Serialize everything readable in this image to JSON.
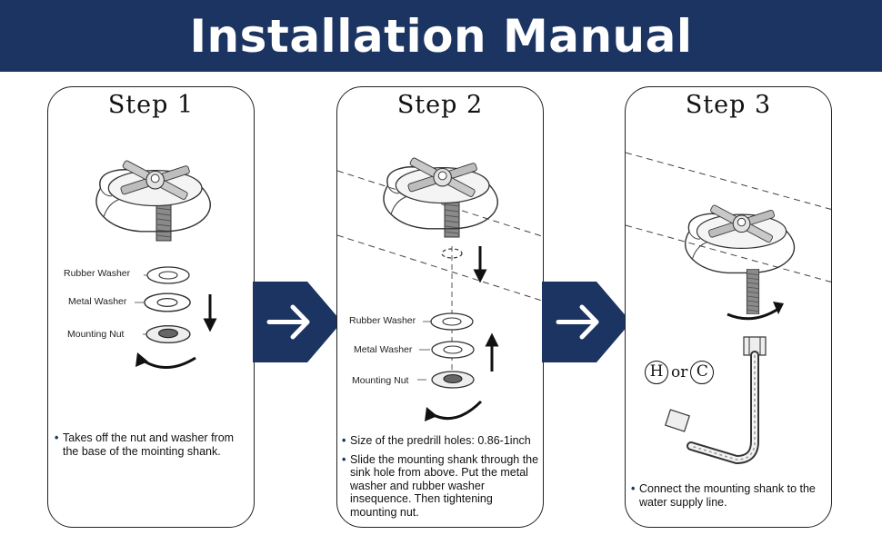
{
  "header": {
    "title": "Installation Manual"
  },
  "steps": [
    {
      "title": "Step 1",
      "labels": {
        "rubber_washer": "Rubber Washer",
        "metal_washer": "Metal Washer",
        "mounting_nut": "Mounting Nut"
      },
      "description": [
        "Takes off the nut and washer from the base of the mointing shank."
      ]
    },
    {
      "title": "Step 2",
      "labels": {
        "rubber_washer": "Rubber Washer",
        "metal_washer": "Metal Washer",
        "mounting_nut": "Mounting Nut"
      },
      "description": [
        "Size of the predrill holes: 0.86-1inch",
        "Slide the mounting shank through the sink hole from above. Put the metal washer and rubber washer insequence. Then tightening mounting nut."
      ]
    },
    {
      "title": "Step 3",
      "hot": "H",
      "or": "or",
      "cold": "C",
      "description": [
        "Connect the mounting shank to the water supply line."
      ]
    }
  ],
  "colors": {
    "banner": "#1c3461",
    "arrow": "#1c3461",
    "bullet": "#1c3461"
  },
  "icons": {
    "next": "right-arrow-icon"
  }
}
